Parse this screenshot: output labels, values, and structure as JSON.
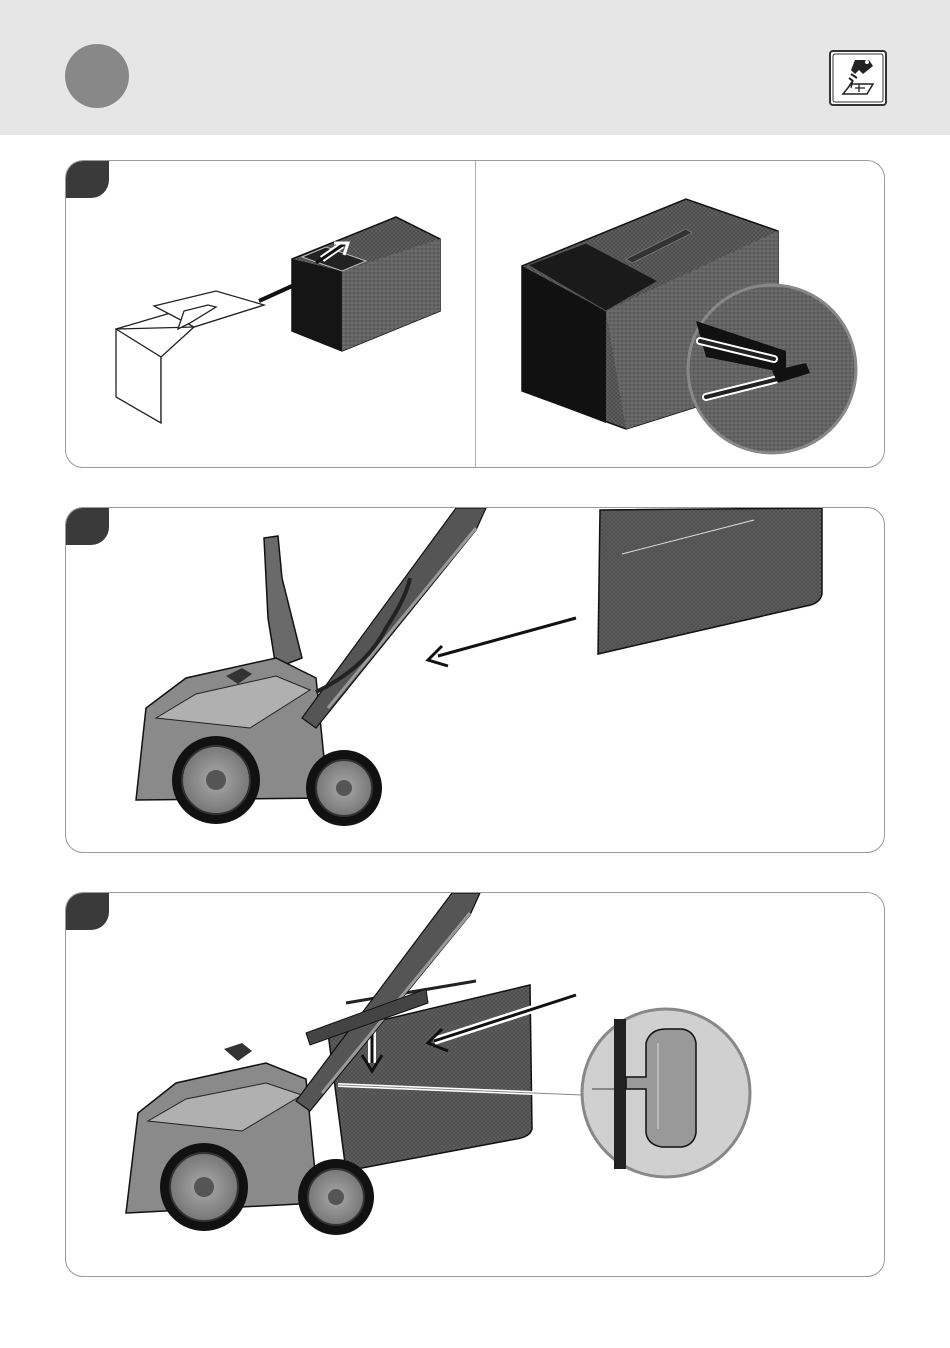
{
  "header": {
    "step_marker": "step-circle",
    "icon": "read-manual-icon"
  },
  "panels": [
    {
      "id": "panel-1",
      "marker": "tab",
      "content": "grass-bag-frame-insertion"
    },
    {
      "id": "panel-2",
      "marker": "tab",
      "content": "bag-attach-direction"
    },
    {
      "id": "panel-3",
      "marker": "tab",
      "content": "bag-hook-detail"
    }
  ],
  "colors": {
    "header_bg": "#e6e6e6",
    "step_circle": "#888888",
    "tab": "#3a3a3a",
    "panel_border": "#9a9a9a"
  }
}
